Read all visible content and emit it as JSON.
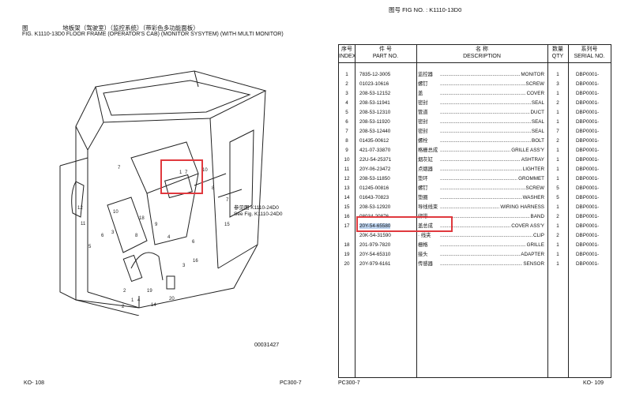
{
  "left_page": {
    "fig_label_zh": "图",
    "fig_label_en": "FIG.",
    "fig_no": "K1110-13D0",
    "title_zh": "地板架（驾驶室）（监控系统）（带彩色多功能面板）",
    "title_en": "FLOOR FRAME (OPERATOR'S CAB) (MONITOR SYSYTEM) (WITH MULTI MONITOR)",
    "ref_note_zh": "参见图 K1110-24D0",
    "ref_note_en": "See Fig. K1110-24D0",
    "drawing_no": "00031427",
    "footer_left": "KO-   108",
    "footer_right": "PC300-7",
    "callouts": [
      "7",
      "1",
      "7",
      "10",
      "8",
      "10",
      "12",
      "11",
      "7",
      "18",
      "3",
      "8",
      "5",
      "6",
      "4",
      "6",
      "9",
      "15",
      "16",
      "3",
      "2",
      "1",
      "4",
      "19",
      "2",
      "14",
      "20"
    ]
  },
  "right_page": {
    "fig_header": "图号 FIG NO.  :  K1110-13D0",
    "headers": {
      "index_zh": "序号",
      "index_en": "INDEX",
      "part_zh": "件    号",
      "part_en": "PART NO.",
      "desc_zh": "名         称",
      "desc_en": "DESCRIPTION",
      "qty_zh": "数量",
      "qty_en": "QTY",
      "serial_zh": "系列号",
      "serial_en": "SERIAL NO."
    },
    "rows": [
      {
        "index": "1",
        "part_no": "7835-12-3005",
        "desc_zh": "监控器",
        "desc_en": "MONITOR",
        "qty": "1",
        "serial": "DBP0001-"
      },
      {
        "index": "2",
        "part_no": "01023-10616",
        "desc_zh": "螺钉",
        "desc_en": "SCREW",
        "qty": "3",
        "serial": "DBP0001-"
      },
      {
        "index": "3",
        "part_no": "208-53-12152",
        "desc_zh": "盖",
        "desc_en": "COVER",
        "qty": "1",
        "serial": "DBP0001-"
      },
      {
        "index": "4",
        "part_no": "208-53-11941",
        "desc_zh": "密封",
        "desc_en": "SEAL",
        "qty": "2",
        "serial": "DBP0001-"
      },
      {
        "index": "5",
        "part_no": "208-53-12310",
        "desc_zh": "管道",
        "desc_en": "DUCT",
        "qty": "1",
        "serial": "DBP0001-"
      },
      {
        "index": "6",
        "part_no": "208-53-11920",
        "desc_zh": "密封",
        "desc_en": "SEAL",
        "qty": "1",
        "serial": "DBP0001-"
      },
      {
        "index": "7",
        "part_no": "208-53-12440",
        "desc_zh": "密封",
        "desc_en": "SEAL",
        "qty": "7",
        "serial": "DBP0001-"
      },
      {
        "index": "8",
        "part_no": "01435-00612",
        "desc_zh": "螺栓",
        "desc_en": "BOLT",
        "qty": "2",
        "serial": "DBP0001-"
      },
      {
        "index": "9",
        "part_no": "421-07-33870",
        "desc_zh": "格栅总成",
        "desc_en": "GRILLE ASS'Y",
        "qty": "1",
        "serial": "DBP0001-"
      },
      {
        "index": "10",
        "part_no": "22U-54-25371",
        "desc_zh": "烟灰缸",
        "desc_en": "ASHTRAY",
        "qty": "1",
        "serial": "DBP0001-"
      },
      {
        "index": "11",
        "part_no": "20Y-06-23472",
        "desc_zh": "点烟器",
        "desc_en": "LIGHTER",
        "qty": "1",
        "serial": "DBP0001-"
      },
      {
        "index": "12",
        "part_no": "208-53-11850",
        "desc_zh": "垫环",
        "desc_en": "GROMMET",
        "qty": "1",
        "serial": "DBP0001-"
      },
      {
        "index": "13",
        "part_no": "01245-00816",
        "desc_zh": "螺钉",
        "desc_en": "SCREW",
        "qty": "5",
        "serial": "DBP0001-"
      },
      {
        "index": "14",
        "part_no": "01643-70823",
        "desc_zh": "垫圈",
        "desc_en": "WASHER",
        "qty": "5",
        "serial": "DBP0001-"
      },
      {
        "index": "15",
        "part_no": "208-53-12920",
        "desc_zh": "导线线束",
        "desc_en": "WIRING HARNESS",
        "qty": "1",
        "serial": "DBP0001-"
      },
      {
        "index": "16",
        "part_no": "08034-20876",
        "desc_zh": "绑带",
        "desc_en": "BAND",
        "qty": "2",
        "serial": "DBP0001-"
      },
      {
        "index": "17",
        "part_no": "20Y-54-65580",
        "desc_zh": "盖总成",
        "desc_en": "COVER ASS'Y",
        "qty": "1",
        "serial": "DBP0001-"
      },
      {
        "index": "",
        "part_no": "20K-54-31590",
        "desc_zh": "· 线夹",
        "desc_en": "CLIP",
        "qty": "2",
        "serial": "DBP0001-"
      },
      {
        "index": "18",
        "part_no": "201-979-7820",
        "desc_zh": "栅格",
        "desc_en": "GRILLE",
        "qty": "1",
        "serial": "DBP0001-"
      },
      {
        "index": "19",
        "part_no": "20Y-54-65310",
        "desc_zh": "接头",
        "desc_en": "ADAPTER",
        "qty": "1",
        "serial": "DBP0001-"
      },
      {
        "index": "20",
        "part_no": "20Y-979-6161",
        "desc_zh": "传感器",
        "desc_en": "SENSOR",
        "qty": "1",
        "serial": "DBP0001-"
      }
    ],
    "footer_left": "PC300-7",
    "footer_right": "KO-   109"
  },
  "colors": {
    "highlight_box": "#e0393e",
    "selection": "#bcd3ef"
  }
}
